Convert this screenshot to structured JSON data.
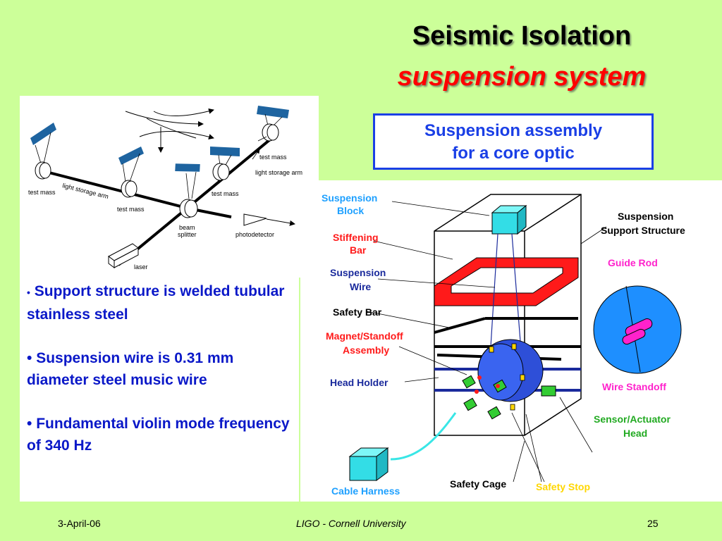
{
  "title": {
    "line1": "Seismic Isolation",
    "line2": "suspension system"
  },
  "callout": {
    "line1": "Suspension assembly",
    "line2": "for a core optic"
  },
  "bullets": [
    "Support structure is welded tubular stainless steel",
    "Suspension wire is 0.31 mm diameter steel music wire",
    "Fundamental violin mode frequency of 340 Hz"
  ],
  "interferometer_labels": {
    "test_mass_1": "test mass",
    "test_mass_2": "test mass",
    "test_mass_3": "test mass",
    "test_mass_4": "test mass",
    "arm_1": "light storage arm",
    "arm_2": "light storage arm",
    "beam_splitter_1": "beam",
    "beam_splitter_2": "splitter",
    "photodetector": "photodetector",
    "laser": "laser"
  },
  "assembly_labels": {
    "suspension_block_1": "Suspension",
    "suspension_block_2": "Block",
    "stiffening_bar_1": "Stiffening",
    "stiffening_bar_2": "Bar",
    "suspension_wire_1": "Suspension",
    "suspension_wire_2": "Wire",
    "safety_bar": "Safety Bar",
    "magnet_standoff_1": "Magnet/Standoff",
    "magnet_standoff_2": "Assembly",
    "head_holder": "Head Holder",
    "cable_harness": "Cable Harness",
    "safety_cage": "Safety Cage",
    "safety_stop": "Safety Stop",
    "support_structure_1": "Suspension",
    "support_structure_2": "Support Structure",
    "guide_rod": "Guide Rod",
    "wire_standoff": "Wire Standoff",
    "sensor_actuator_1": "Sensor/Actuator",
    "sensor_actuator_2": "Head"
  },
  "colors": {
    "background": "#ccff99",
    "title_red": "#ff0000",
    "bullet_blue": "#0a18c8",
    "label_cyan": "#1ea0ff",
    "label_red": "#ff1a1a",
    "label_navy": "#1a2a9c",
    "label_magenta": "#ff22cc",
    "label_green": "#22aa22",
    "label_yellow": "#ffd700",
    "mirror_blue": "#1e64a0"
  },
  "footer": {
    "date": "3-April-06",
    "center": "LIGO - Cornell University",
    "page": "25"
  }
}
